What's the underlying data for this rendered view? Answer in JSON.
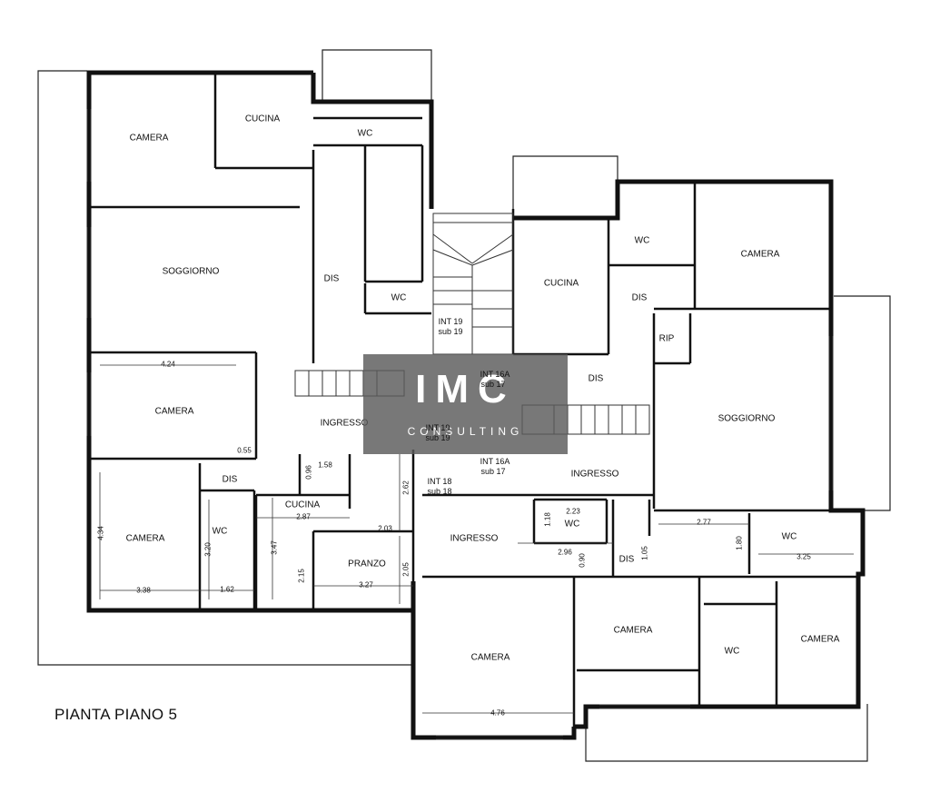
{
  "title": "PIANTA PIANO 5",
  "logo": {
    "main": "IMC",
    "sub": "CONSULTING"
  },
  "rooms": {
    "camera_nw": "CAMERA",
    "cucina_n": "CUCINA",
    "wc_n1": "WC",
    "soggiorno_w": "SOGGIORNO",
    "dis_w": "DIS",
    "wc_n2": "WC",
    "camera_w": "CAMERA",
    "ingresso_c": "INGRESSO",
    "dis_sw": "DIS",
    "camera_sw": "CAMERA",
    "wc_sw": "WC",
    "cucina_s": "CUCINA",
    "pranzo": "PRANZO",
    "ingresso_s": "INGRESSO",
    "camera_s": "CAMERA",
    "cucina_e": "CUCINA",
    "wc_e1": "WC",
    "dis_e1": "DIS",
    "camera_ne": "CAMERA",
    "rip": "RIP",
    "dis_e2": "DIS",
    "soggiorno_e": "SOGGIORNO",
    "ingresso_e": "INGRESSO",
    "wc_e2": "WC",
    "dis_se": "DIS",
    "wc_e3": "WC",
    "camera_se1": "CAMERA",
    "wc_e4": "WC",
    "camera_se2": "CAMERA"
  },
  "units": {
    "int19_a": "INT 19",
    "sub19_a": "sub 19",
    "int16a_a": "INT 16A",
    "sub17_a": "sub 17",
    "int19_b": "INT 19",
    "sub19_b": "sub 19",
    "int16a_b": "INT 16A",
    "sub17_b": "sub 17",
    "int18": "INT 18",
    "sub18": "sub 18"
  },
  "dimensions": {
    "d424": "4.24",
    "d055": "0.55",
    "d096": "0.96",
    "d158": "1.58",
    "d262": "2.62",
    "d287": "2.87",
    "d203": "2.03",
    "d347": "3.47",
    "d215": "2.15",
    "d205": "2.05",
    "d327": "3.27",
    "d434": "4.34",
    "d320": "3.20",
    "d338": "3.38",
    "d162": "1.62",
    "d223": "2.23",
    "d118": "1.18",
    "d296": "2.96",
    "d090": "0.90",
    "d105": "1.05",
    "d277": "2.77",
    "d180": "1.80",
    "d325": "3.25",
    "d476": "4.76"
  }
}
